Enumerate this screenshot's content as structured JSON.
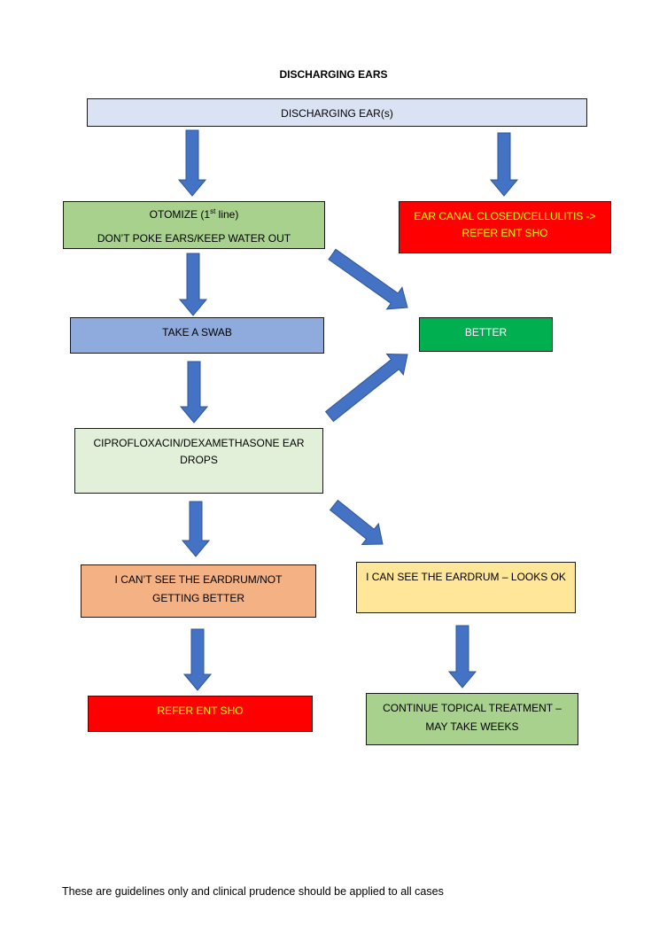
{
  "title": "DISCHARGING EARS",
  "nodes": {
    "discharging": "DISCHARGING EAR(s)",
    "otomize": {
      "pre": "OTOMIZE (1",
      "sup": "st",
      "post": " line)",
      "line2": "DON’T POKE EARS/KEEP WATER OUT"
    },
    "closed": {
      "line1": "EAR CANAL CLOSED/CELLULITIS ->",
      "line2": "REFER ENT SHO"
    },
    "swab": "TAKE A SWAB",
    "better": "BETTER",
    "cipro": {
      "line1": "CIPROFLOXACIN/DEXAMETHASONE EAR",
      "line2": "DROPS"
    },
    "cantsee": {
      "line1": "I CAN’T SEE THE EARDRUM/NOT",
      "line2": "GETTING BETTER"
    },
    "cansee": "I CAN SEE THE EARDRUM – LOOKS OK",
    "refer": "REFER ENT SHO",
    "continue": {
      "line1": "CONTINUE TOPICAL TREATMENT –",
      "line2": "MAY TAKE WEEKS"
    }
  },
  "colors": {
    "discharging_fill": "#dae3f3",
    "otomize_fill": "#a9d18e",
    "closed_fill": "#ff0000",
    "closed_text": "#ffff00",
    "swab_fill": "#8faadc",
    "better_fill": "#00b050",
    "better_text": "#ffffff",
    "cipro_fill": "#e2f0d9",
    "cantsee_fill": "#f4b183",
    "cansee_fill": "#ffe699",
    "refer_fill": "#ff0000",
    "refer_text": "#ffff00",
    "continue_fill": "#a9d18e",
    "arrow_fill": "#4472c4",
    "arrow_stroke": "#2f5597"
  },
  "footer": "These are guidelines only and clinical prudence should be applied to all cases"
}
